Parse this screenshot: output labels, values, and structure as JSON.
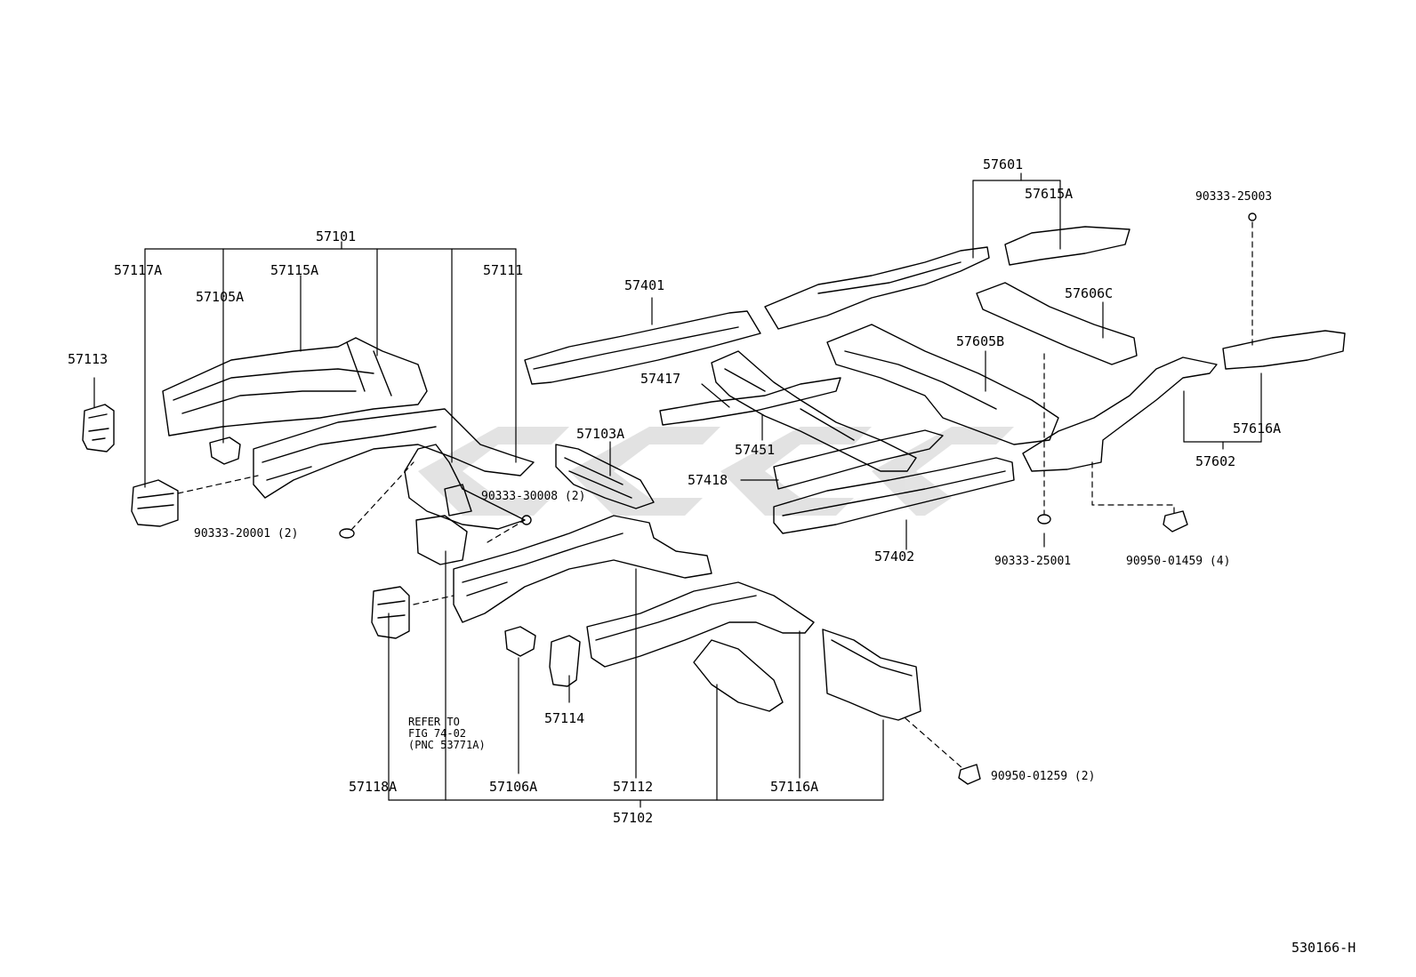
{
  "diagram_id": "530166-H",
  "note": {
    "line1": "REFER TO",
    "line2": "FIG 74-02",
    "line3": "(PNC 53771A)"
  },
  "labels": {
    "p57101": "57101",
    "p57117A": "57117A",
    "p57115A": "57115A",
    "p57105A": "57105A",
    "p57111": "57111",
    "p57113": "57113",
    "p90333_20001": "90333-20001 (2)",
    "p90333_30008": "90333-30008 (2)",
    "p57103A": "57103A",
    "p57401": "57401",
    "p57417": "57417",
    "p57451": "57451",
    "p57418": "57418",
    "p57402": "57402",
    "p57601": "57601",
    "p57615A": "57615A",
    "p57606C": "57606C",
    "p57605B": "57605B",
    "p90333_25003": "90333-25003",
    "p57616A": "57616A",
    "p57602": "57602",
    "p90333_25001": "90333-25001",
    "p90950_01459": "90950-01459 (4)",
    "p57114": "57114",
    "p57118A": "57118A",
    "p57106A": "57106A",
    "p57112": "57112",
    "p57116A": "57116A",
    "p57102": "57102",
    "p90950_01259": "90950-01259 (2)"
  }
}
